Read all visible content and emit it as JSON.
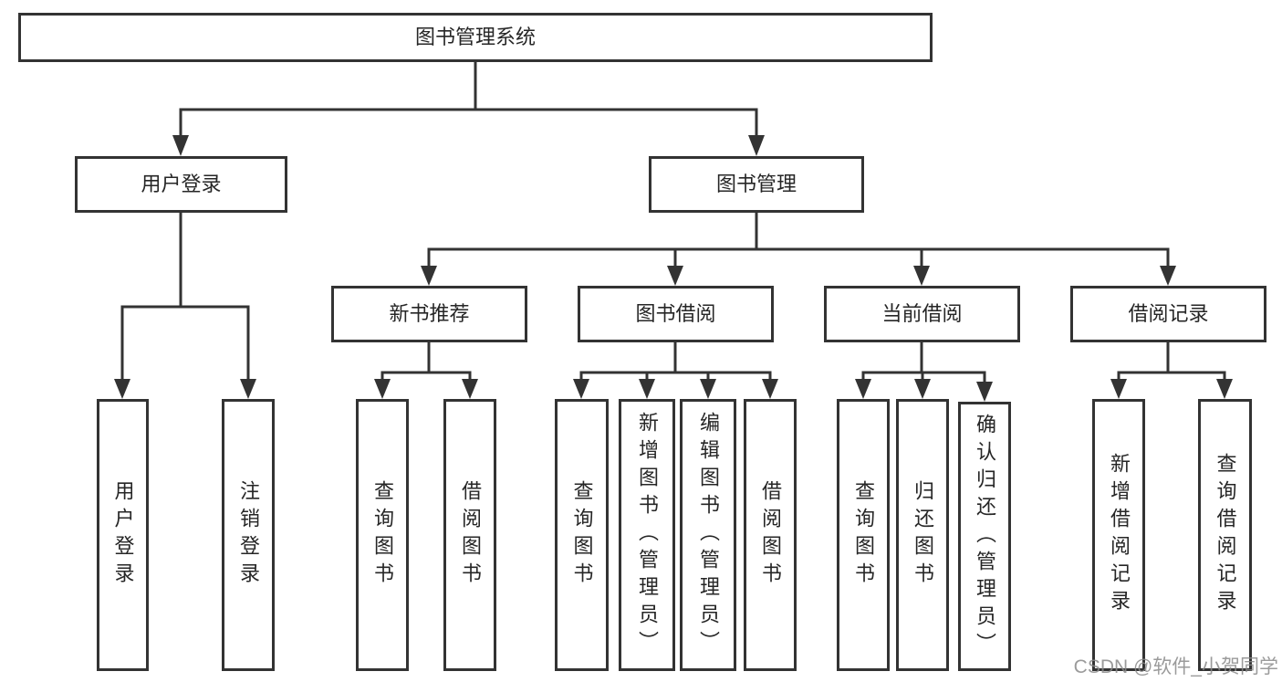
{
  "colors": {
    "line": "#333333",
    "text": "#262626",
    "background": "#ffffff",
    "watermark": "#8a8a8a"
  },
  "diagram": {
    "root": {
      "label": "图书管理系统"
    },
    "level2": [
      {
        "label": "用户登录"
      },
      {
        "label": "图书管理"
      }
    ],
    "level3": [
      {
        "label": "新书推荐"
      },
      {
        "label": "图书借阅"
      },
      {
        "label": "当前借阅"
      },
      {
        "label": "借阅记录"
      }
    ],
    "leaves": {
      "user_login": [
        {
          "label": "用户登录"
        },
        {
          "label": "注销登录"
        }
      ],
      "new_book": [
        {
          "label": "查询图书"
        },
        {
          "label": "借阅图书"
        }
      ],
      "book_borrow": [
        {
          "label": "查询图书"
        },
        {
          "label": "新增图书（管理员）"
        },
        {
          "label": "编辑图书（管理员）"
        },
        {
          "label": "借阅图书"
        }
      ],
      "current_borrow": [
        {
          "label": "查询图书"
        },
        {
          "label": "归还图书"
        },
        {
          "label": "确认归还（管理员）"
        }
      ],
      "records": [
        {
          "label": "新增借阅记录"
        },
        {
          "label": "查询借阅记录"
        }
      ]
    }
  },
  "watermark": {
    "text": "CSDN @软件_小贺同学"
  }
}
